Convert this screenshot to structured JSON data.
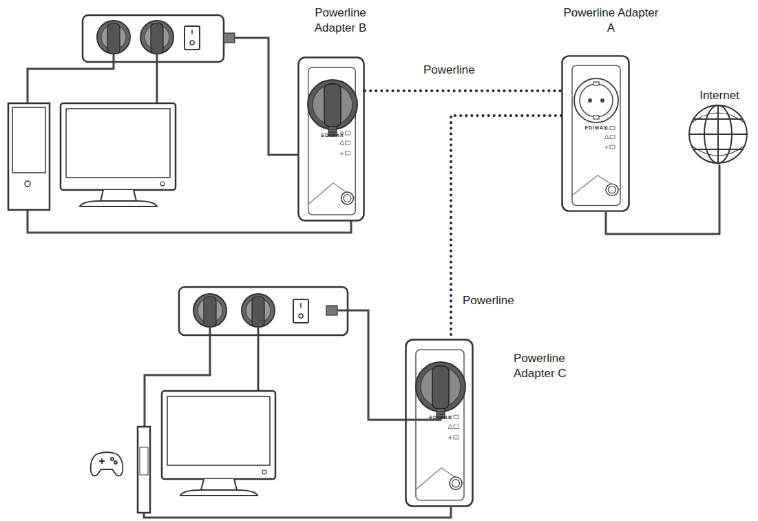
{
  "diagram": {
    "nodes": [
      {
        "text": [
          "Powerline Adapter B"
        ]
      },
      {
        "text": [
          "Powerline Adapter A"
        ]
      },
      {
        "text": [
          "Internet"
        ]
      },
      {
        "text": [
          "Powerline Adapter C"
        ]
      }
    ],
    "edges": [
      {
        "from": 0,
        "to": 1,
        "arrow": "none",
        "label": "Powerline"
      },
      {
        "from": 1,
        "to": 3,
        "arrow": "none",
        "label": "Powerline"
      },
      {
        "from": 1,
        "to": 2,
        "arrow": "none"
      }
    ],
    "labels": [
      "EDIMAX",
      "EDIMAX",
      "EDIMAX"
    ]
  }
}
